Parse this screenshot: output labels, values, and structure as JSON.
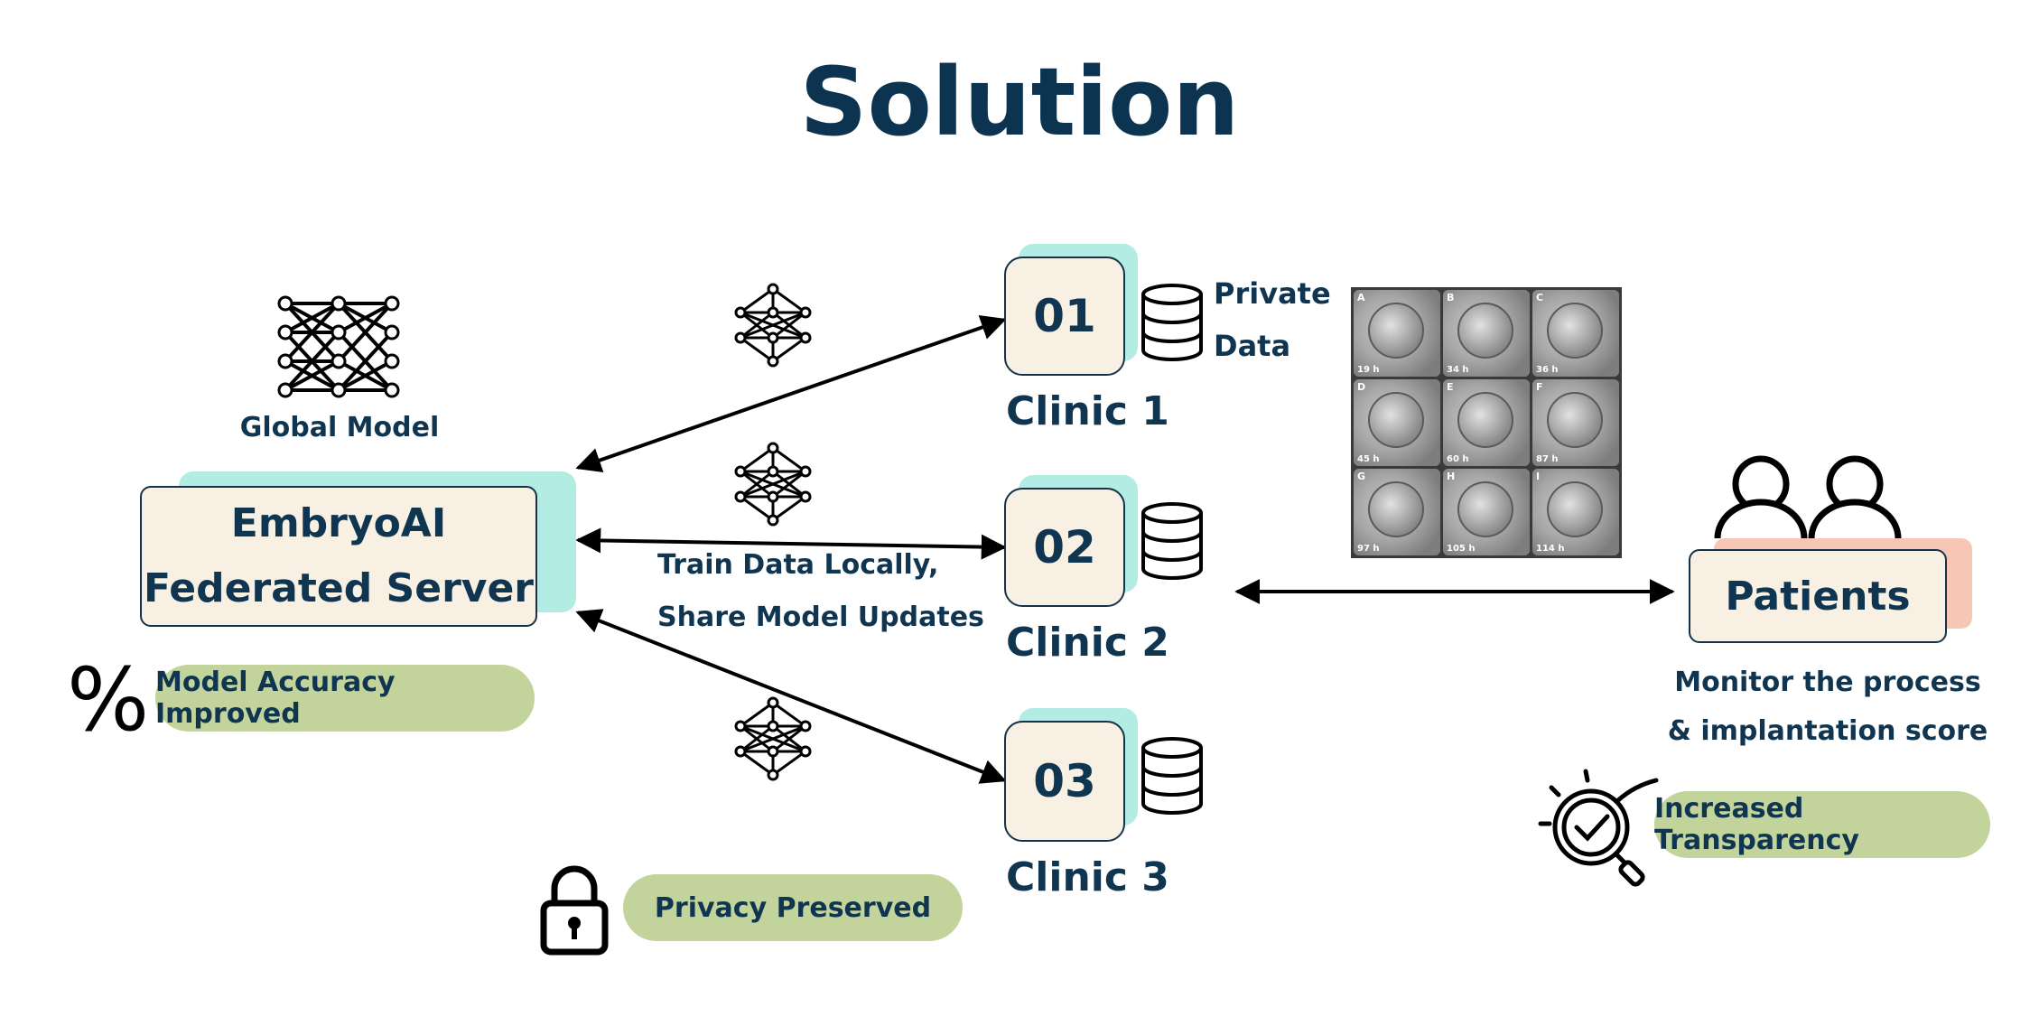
{
  "title": "Solution",
  "server": {
    "line1": "EmbryoAI",
    "line2": "Federated Server"
  },
  "global_model_label": "Global Model",
  "clinics": [
    {
      "number": "01",
      "label": "Clinic 1"
    },
    {
      "number": "02",
      "label": "Clinic 2"
    },
    {
      "number": "03",
      "label": "Clinic 3"
    }
  ],
  "private_data": {
    "line1": "Private",
    "line2": "Data"
  },
  "train_note": {
    "line1": "Train Data Locally,",
    "line2": "Share Model Updates"
  },
  "patients": {
    "label": "Patients",
    "desc_line1": "Monitor the process",
    "desc_line2": "& implantation score"
  },
  "badges": {
    "accuracy": "Model Accuracy Improved",
    "privacy": "Privacy Preserved",
    "transparency": "Increased Transparency"
  },
  "embryo_images": [
    {
      "letter": "A",
      "time": "19 h"
    },
    {
      "letter": "B",
      "time": "34 h"
    },
    {
      "letter": "C",
      "time": "36 h"
    },
    {
      "letter": "D",
      "time": "45 h"
    },
    {
      "letter": "E",
      "time": "60 h"
    },
    {
      "letter": "F",
      "time": "87 h"
    },
    {
      "letter": "G",
      "time": "97 h"
    },
    {
      "letter": "H",
      "time": "105 h"
    },
    {
      "letter": "I",
      "time": "114 h"
    }
  ],
  "icons": [
    "neural-network-icon",
    "database-icon",
    "percent-icon",
    "lock-icon",
    "people-icon",
    "magnifier-check-icon"
  ],
  "colors": {
    "navy": "#0f3550",
    "cream": "#f8f1e3",
    "mint": "#b2ece2",
    "salmon": "#f8c6b5",
    "olive": "#c2d39b"
  }
}
